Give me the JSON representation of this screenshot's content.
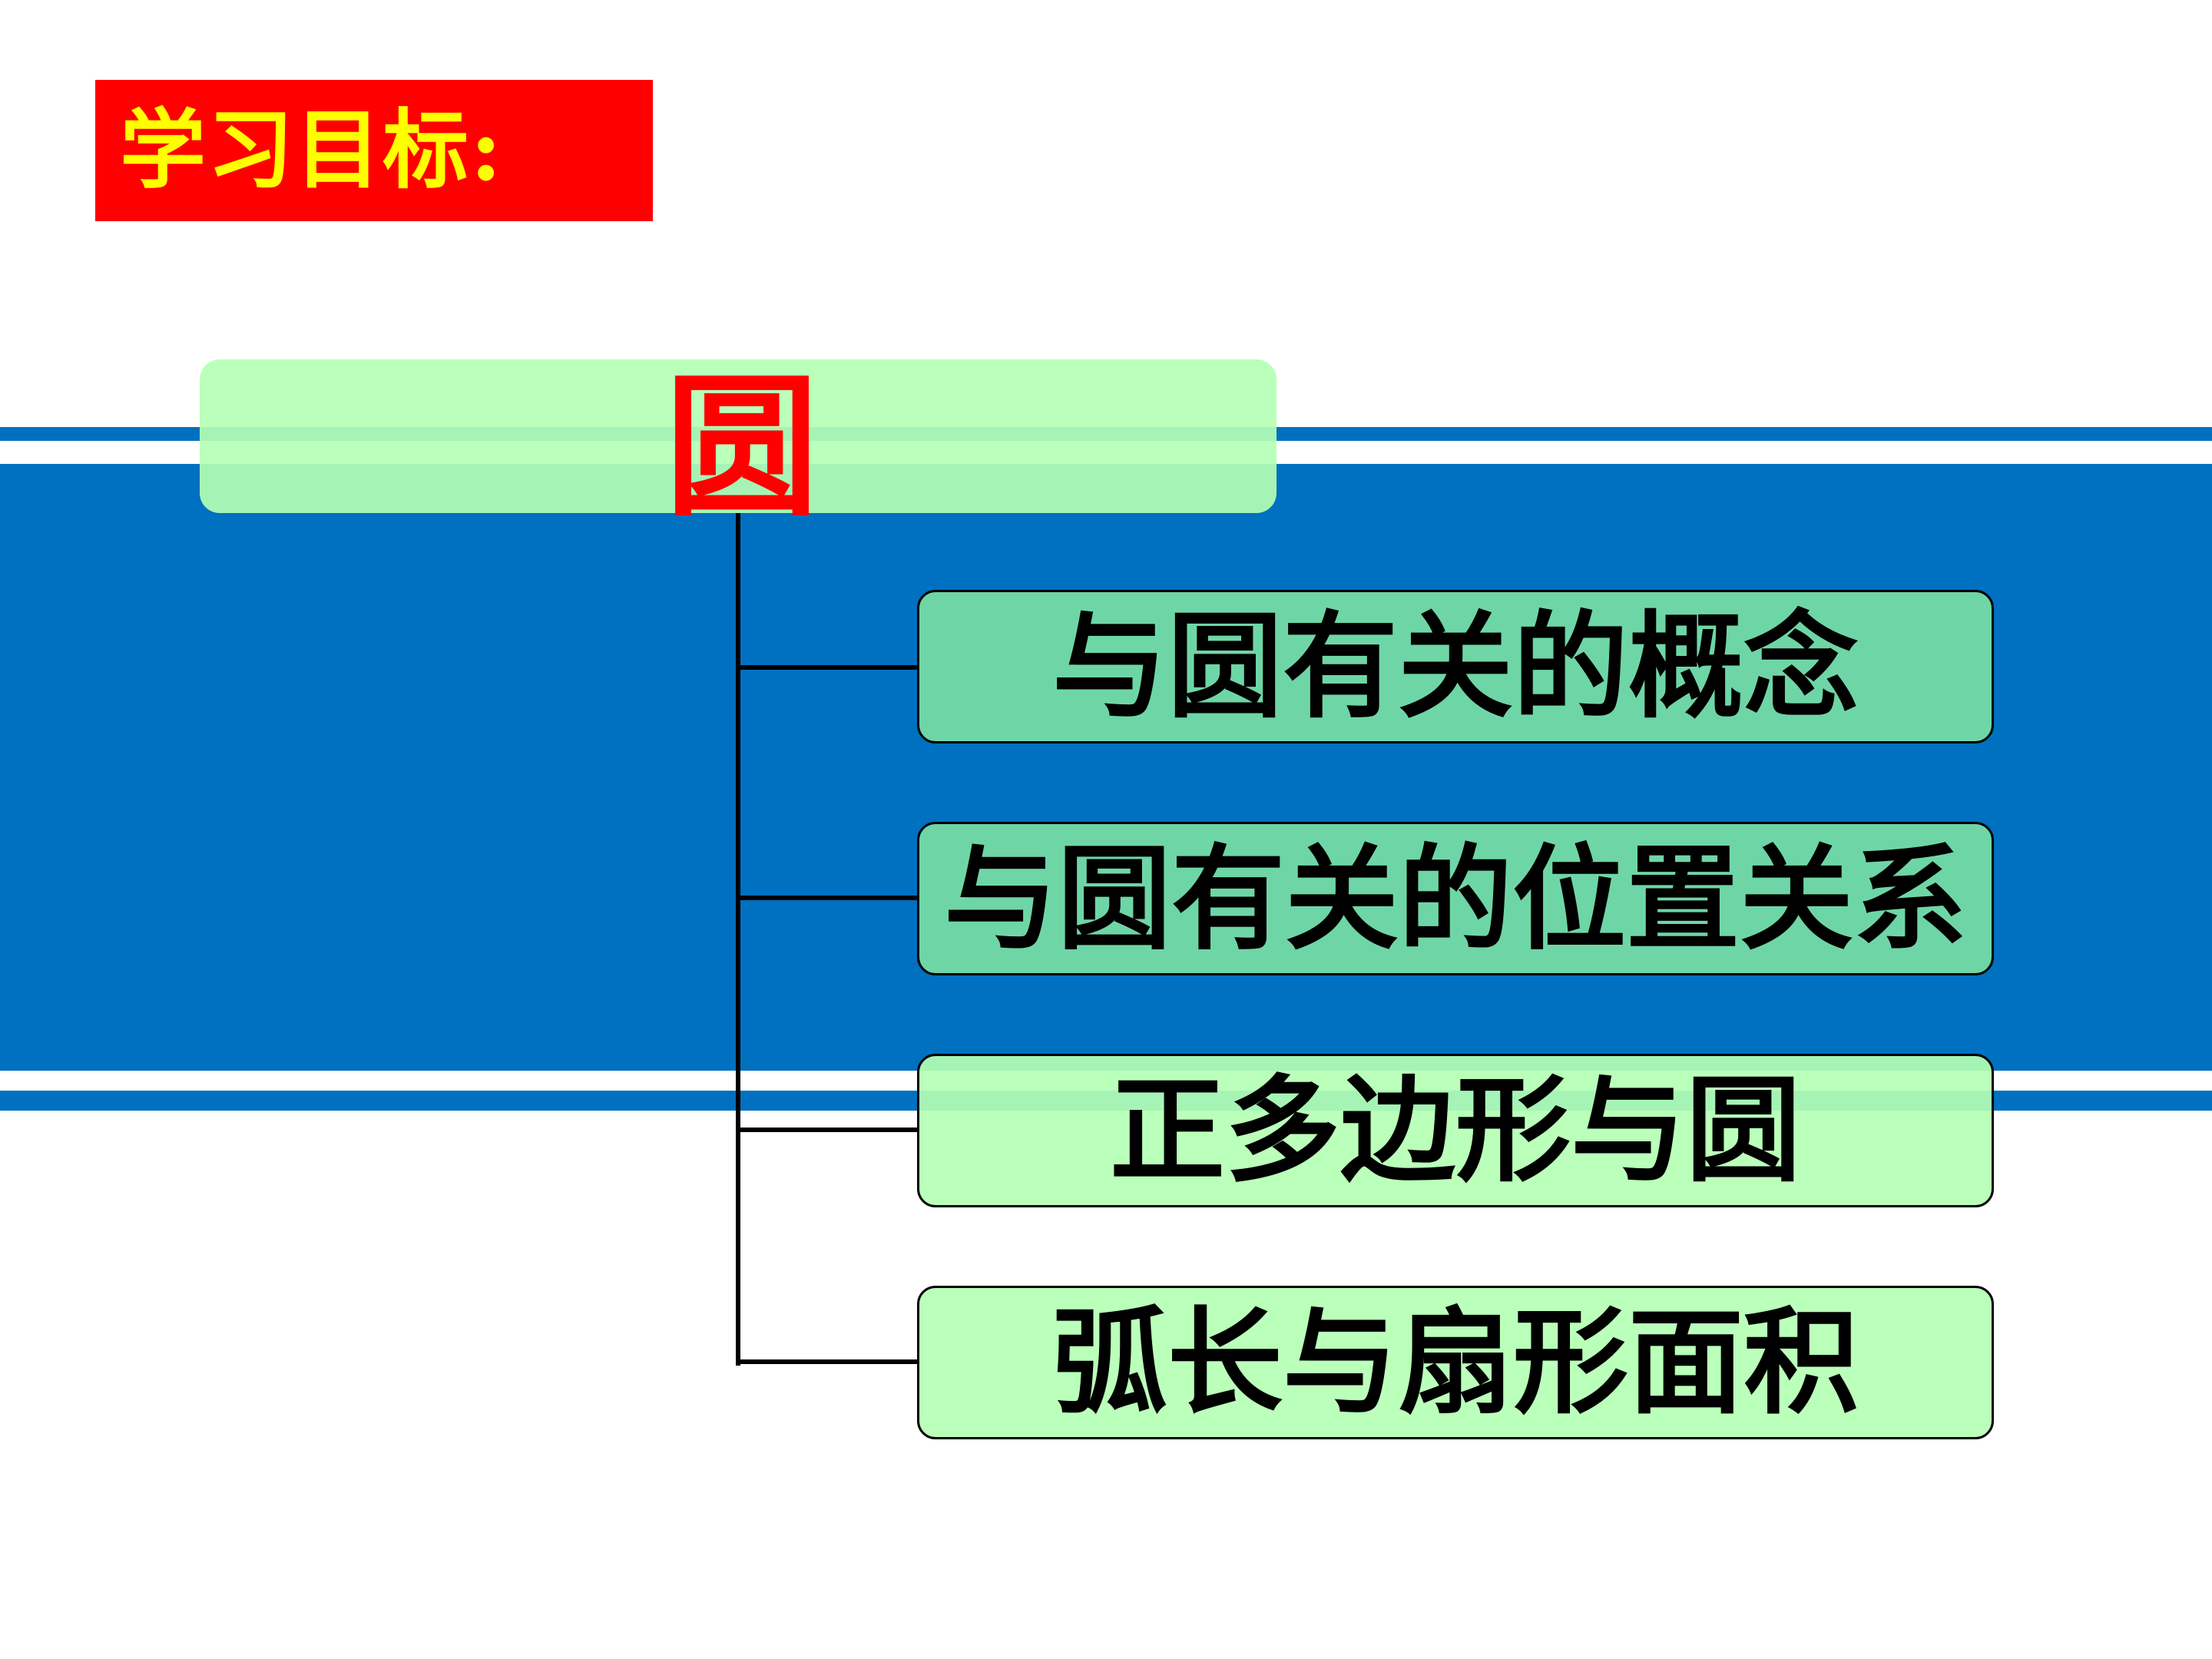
{
  "title": {
    "text": "学习目标:"
  },
  "diagram": {
    "root": {
      "label": "圆"
    },
    "children": [
      {
        "label": "与圆有关的概念"
      },
      {
        "label": "与圆有关的位置关系"
      },
      {
        "label": "正多边形与圆"
      },
      {
        "label": "弧长与扇形面积"
      }
    ]
  },
  "colors": {
    "title_background": "#ff0000",
    "title_text": "#ffff00",
    "band": "#0070c0",
    "root_text": "#ff0000",
    "box_dark": "#6ed6a6",
    "box_light": "#b4ffb4"
  }
}
